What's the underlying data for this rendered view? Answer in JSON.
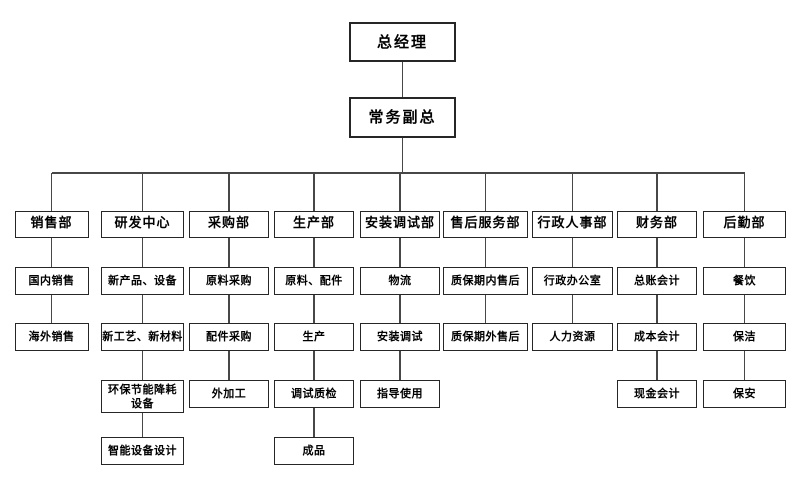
{
  "diagram": {
    "root": {
      "label": "总经理"
    },
    "deputy": {
      "label": "常务副总"
    },
    "columns": [
      {
        "name": "sales",
        "label": "销售部",
        "children": [
          "国内销售",
          "海外销售"
        ]
      },
      {
        "name": "rnd-center",
        "label": "研发中心",
        "children": [
          "新产品、设备",
          "新工艺、新材料",
          "环保节能降耗\n设备",
          "智能设备设计"
        ]
      },
      {
        "name": "purchasing",
        "label": "采购部",
        "children": [
          "原料采购",
          "配件采购",
          "外加工"
        ]
      },
      {
        "name": "production",
        "label": "生产部",
        "children": [
          "原料、配件",
          "生产",
          "调试质检",
          "成品"
        ]
      },
      {
        "name": "installation",
        "label": "安装调试部",
        "children": [
          "物流",
          "安装调试",
          "指导使用"
        ]
      },
      {
        "name": "after-sales",
        "label": "售后服务部",
        "children": [
          "质保期内售后",
          "质保期外售后"
        ]
      },
      {
        "name": "admin-hr",
        "label": "行政人事部",
        "children": [
          "行政办公室",
          "人力资源"
        ]
      },
      {
        "name": "finance",
        "label": "财务部",
        "children": [
          "总账会计",
          "成本会计",
          "现金会计"
        ]
      },
      {
        "name": "logistics",
        "label": "后勤部",
        "children": [
          "餐饮",
          "保洁",
          "保安"
        ]
      }
    ],
    "colors": {
      "line": "#474747",
      "border": "#262626",
      "box_fill": "#ffffff",
      "text": "#000000",
      "background": "#ffffff"
    }
  }
}
